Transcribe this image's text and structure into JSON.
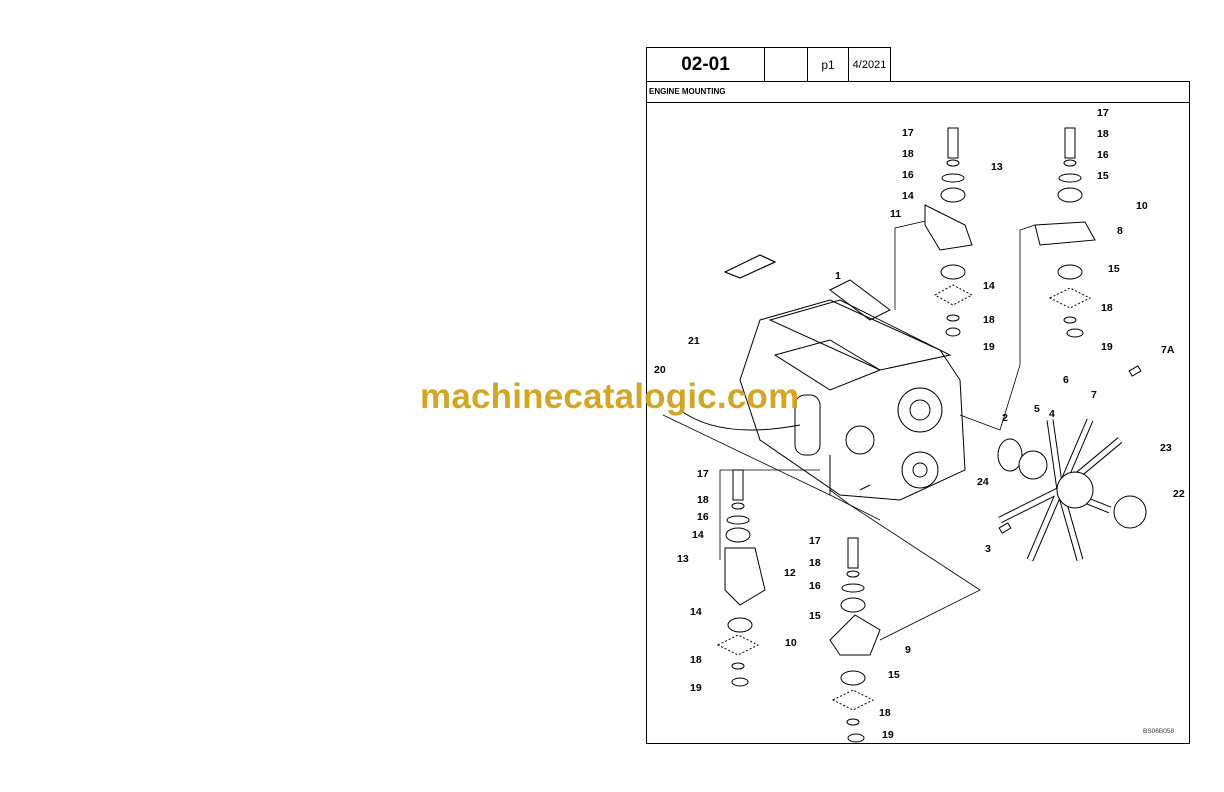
{
  "header": {
    "section_code": "02-01",
    "blank": "",
    "page": "p1",
    "date": "4/2021"
  },
  "title": "ENGINE MOUNTING",
  "figure_code": "BS06B058",
  "watermark": "machinecatalogic.com",
  "callouts": [
    "17",
    "18",
    "16",
    "14",
    "13",
    "11",
    "14",
    "18",
    "19",
    "1",
    "17",
    "18",
    "16",
    "15",
    "10",
    "8",
    "15",
    "18",
    "19",
    "7A",
    "21",
    "20",
    "6",
    "7",
    "5",
    "4",
    "2",
    "23",
    "24",
    "22",
    "3",
    "17",
    "18",
    "16",
    "14",
    "13",
    "12",
    "14",
    "18",
    "19",
    "17",
    "18",
    "16",
    "15",
    "10",
    "9",
    "15",
    "18",
    "19"
  ]
}
